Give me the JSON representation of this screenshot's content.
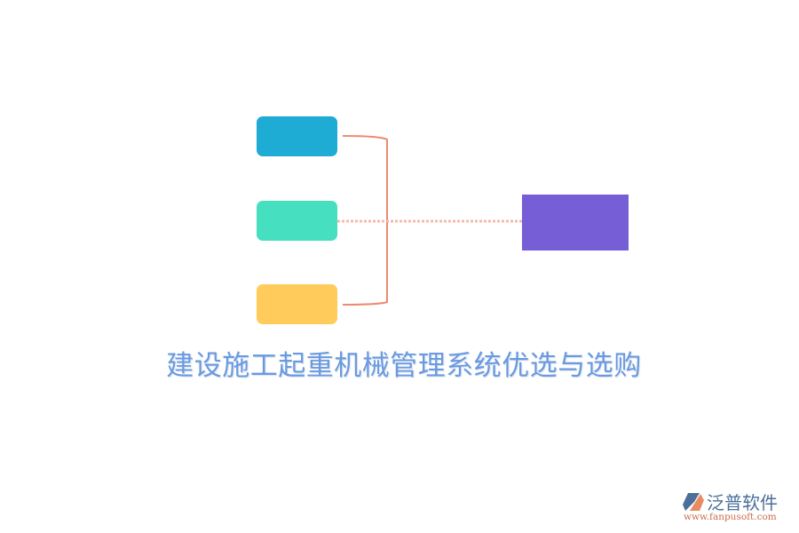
{
  "diagram": {
    "title": "建设施工起重机械管理系统优选与选购",
    "nodes": [
      {
        "id": "input-1",
        "label": "",
        "color": "#1eabd4"
      },
      {
        "id": "input-2",
        "label": "",
        "color": "#46dfc0"
      },
      {
        "id": "input-3",
        "label": "",
        "color": "#ffcc5c"
      },
      {
        "id": "output",
        "label": "",
        "color": "#755ed6"
      }
    ],
    "connector_color": "#ef8a72"
  },
  "logo": {
    "name": "泛普软件",
    "url": "www.fanpusoft.com",
    "icon": "fanpu-logo-icon"
  }
}
